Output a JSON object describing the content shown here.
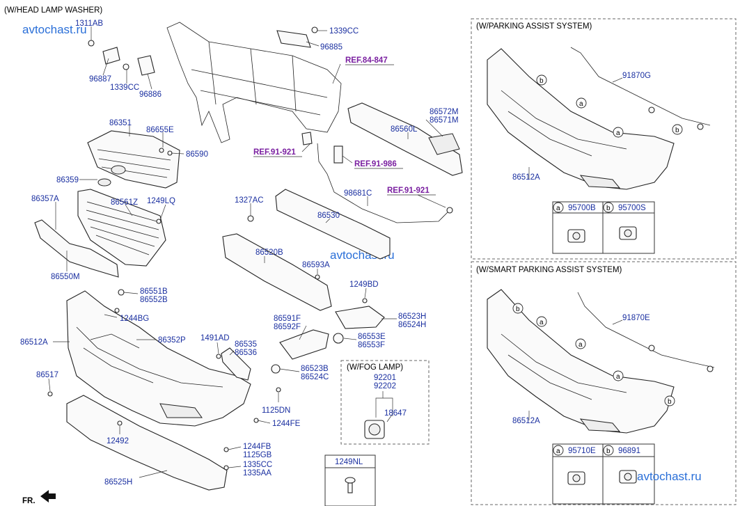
{
  "headers": {
    "head_lamp_washer": "(W/HEAD LAMP WASHER)",
    "parking_assist": "(W/PARKING ASSIST SYSTEM)",
    "smart_parking_assist": "(W/SMART PARKING ASSIST SYSTEM)",
    "fog_lamp": "(W/FOG LAMP)"
  },
  "watermark": "avtochast.ru",
  "front_label": "FR.",
  "refs": {
    "r84_847": "REF.84-847",
    "r91_921_a": "REF.91-921",
    "r91_986": "REF.91-986",
    "r91_921_b": "REF.91-921"
  },
  "parts": {
    "p1311AB": "1311AB",
    "p96887": "96887",
    "p1339CC_a": "1339CC",
    "p96886": "96886",
    "p1339CC_b": "1339CC",
    "p96885": "96885",
    "p86351": "86351",
    "p86655E": "86655E",
    "p86590": "86590",
    "p86359": "86359",
    "p86357A": "86357A",
    "p86561Z": "86561Z",
    "p1249LQ": "1249LQ",
    "p86550M": "86550M",
    "p86551B": "86551B",
    "p86552B": "86552B",
    "p1244BG": "1244BG",
    "p86512A_main": "86512A",
    "p86352P": "86352P",
    "p86517": "86517",
    "p1491AD": "1491AD",
    "p86535": "86535",
    "p86536": "86536",
    "p1125DN": "1125DN",
    "p1244FE": "1244FE",
    "p12492": "12492",
    "p1244FB": "1244FB",
    "p1125GB": "1125GB",
    "p1335CC": "1335CC",
    "p1335AA": "1335AA",
    "p86525H": "86525H",
    "p86572M": "86572M",
    "p86571M": "86571M",
    "p86560L": "86560L",
    "p98681C": "98681C",
    "p1327AC": "1327AC",
    "p86530": "86530",
    "p86520B": "86520B",
    "p86593A": "86593A",
    "p1249BD": "1249BD",
    "p86523H": "86523H",
    "p86524H": "86524H",
    "p86591F": "86591F",
    "p86592F": "86592F",
    "p86553E": "86553E",
    "p86553F": "86553F",
    "p86523B": "86523B",
    "p86524C": "86524C",
    "p92201": "92201",
    "p92202": "92202",
    "p18647": "18647",
    "p1249NL": "1249NL",
    "p91870G": "91870G",
    "p86512A_pas": "86512A",
    "p95700B": "95700B",
    "p95700S": "95700S",
    "p91870E": "91870E",
    "p86512A_spas": "86512A",
    "p95710E": "95710E",
    "p96891": "96891"
  },
  "callouts": {
    "a": "a",
    "b": "b"
  }
}
